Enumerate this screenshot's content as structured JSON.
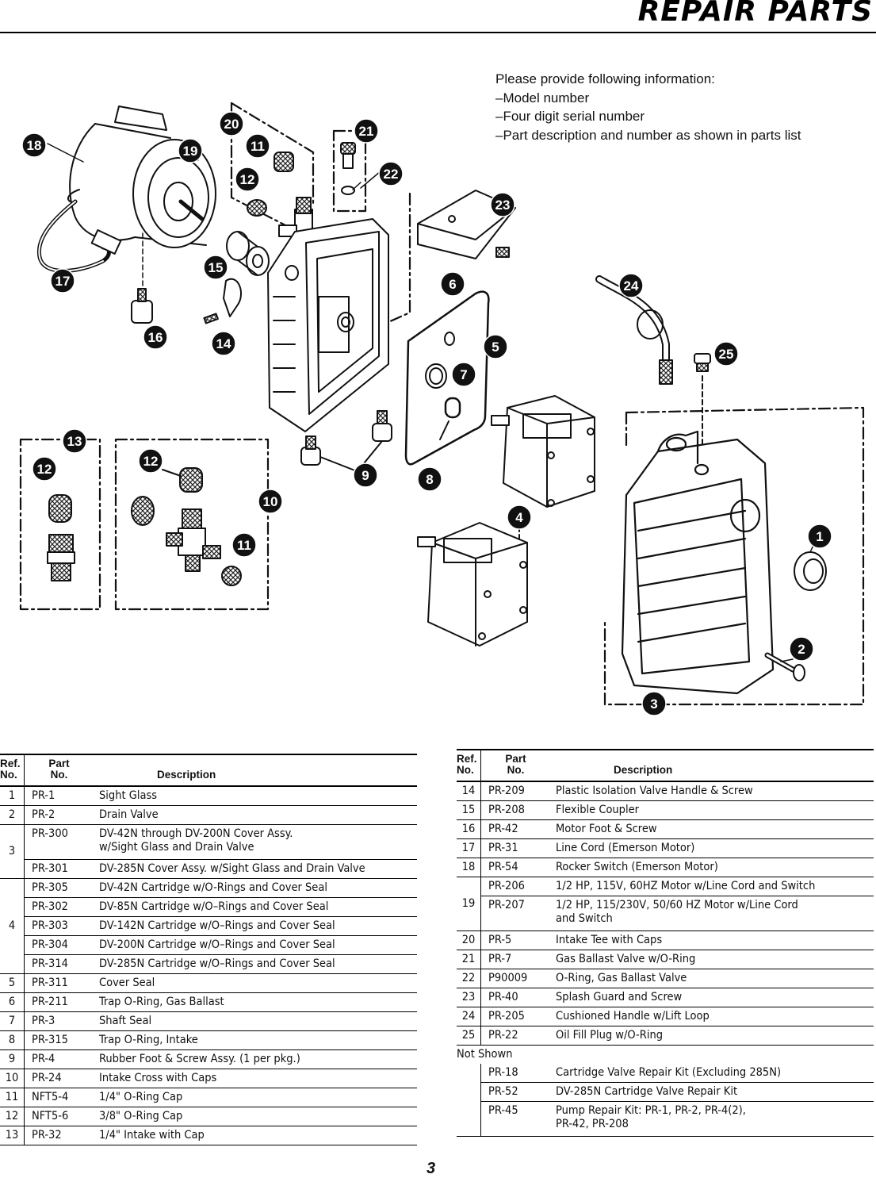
{
  "header": {
    "title": "REPAIR PARTS"
  },
  "info": {
    "heading": "Please provide following information:",
    "items": [
      "–Model number",
      "–Four digit serial number",
      "–Part description and number as shown in parts list"
    ]
  },
  "callouts": [
    "1",
    "2",
    "3",
    "4",
    "5",
    "6",
    "7",
    "8",
    "9",
    "10",
    "11",
    "12",
    "13",
    "14",
    "15",
    "16",
    "17",
    "18",
    "19",
    "20",
    "21",
    "22",
    "23",
    "24",
    "25"
  ],
  "table_headers": {
    "ref": "Ref.",
    "ref2": "No.",
    "part": "Part",
    "part2": "No.",
    "description": "Description"
  },
  "table_left": [
    {
      "ref": "1",
      "part": "PR-1",
      "desc": "Sight Glass"
    },
    {
      "ref": "2",
      "part": "PR-2",
      "desc": "Drain Valve"
    },
    {
      "ref": "3",
      "part": "PR-300",
      "desc": "DV-42N through DV-200N Cover Assy.",
      "desc2": "w/Sight Glass and Drain Valve"
    },
    {
      "ref": "",
      "part": "PR-301",
      "desc": "DV-285N Cover Assy. w/Sight Glass and Drain Valve"
    },
    {
      "ref": "4",
      "part": "PR-305",
      "desc": "DV-42N Cartridge w/O-Rings and Cover Seal"
    },
    {
      "ref": "",
      "part": "PR-302",
      "desc": "DV-85N Cartridge w/O–Rings and Cover Seal"
    },
    {
      "ref": "",
      "part": "PR-303",
      "desc": "DV-142N Cartridge w/O–Rings and Cover Seal"
    },
    {
      "ref": "",
      "part": "PR-304",
      "desc": "DV-200N Cartridge w/O–Rings and Cover Seal"
    },
    {
      "ref": "",
      "part": "PR-314",
      "desc": "DV-285N Cartridge w/O–Rings and Cover Seal"
    },
    {
      "ref": "5",
      "part": "PR-311",
      "desc": "Cover Seal"
    },
    {
      "ref": "6",
      "part": "PR-211",
      "desc": "Trap O-Ring, Gas Ballast"
    },
    {
      "ref": "7",
      "part": "PR-3",
      "desc": "Shaft Seal"
    },
    {
      "ref": "8",
      "part": "PR-315",
      "desc": "Trap O-Ring, Intake"
    },
    {
      "ref": "9",
      "part": "PR-4",
      "desc": "Rubber Foot & Screw Assy. (1 per pkg.)"
    },
    {
      "ref": "10",
      "part": "PR-24",
      "desc": "Intake Cross with Caps"
    },
    {
      "ref": "11",
      "part": "NFT5-4",
      "desc": "1/4\" O-Ring Cap"
    },
    {
      "ref": "12",
      "part": "NFT5-6",
      "desc": "3/8\" O-Ring Cap"
    },
    {
      "ref": "13",
      "part": "PR-32",
      "desc": "1/4\" Intake with Cap"
    }
  ],
  "table_right": [
    {
      "ref": "14",
      "part": "PR-209",
      "desc": "Plastic Isolation Valve Handle & Screw"
    },
    {
      "ref": "15",
      "part": "PR-208",
      "desc": "Flexible Coupler"
    },
    {
      "ref": "16",
      "part": "PR-42",
      "desc": "Motor Foot & Screw"
    },
    {
      "ref": "17",
      "part": "PR-31",
      "desc": "Line Cord (Emerson Motor)"
    },
    {
      "ref": "18",
      "part": "PR-54",
      "desc": "Rocker Switch (Emerson Motor)"
    },
    {
      "ref": "19",
      "part": "PR-206",
      "desc": "1/2 HP, 115V, 60HZ Motor w/Line Cord and Switch"
    },
    {
      "ref": "",
      "part": "PR-207",
      "desc": "1/2 HP, 115/230V, 50/60 HZ Motor w/Line Cord",
      "desc2": "and Switch"
    },
    {
      "ref": "20",
      "part": "PR-5",
      "desc": "Intake Tee with Caps"
    },
    {
      "ref": "21",
      "part": "PR-7",
      "desc": "Gas Ballast Valve w/O-Ring"
    },
    {
      "ref": "22",
      "part": "P90009",
      "desc": "O-Ring, Gas Ballast Valve"
    },
    {
      "ref": "23",
      "part": "PR-40",
      "desc": "Splash Guard and Screw"
    },
    {
      "ref": "24",
      "part": "PR-205",
      "desc": "Cushioned Handle w/Lift Loop"
    },
    {
      "ref": "25",
      "part": "PR-22",
      "desc": "Oil Fill Plug w/O-Ring"
    }
  ],
  "not_shown": {
    "label": "Not Shown",
    "rows": [
      {
        "part": "PR-18",
        "desc": "Cartridge Valve Repair Kit (Excluding 285N)"
      },
      {
        "part": "PR-52",
        "desc": "DV-285N Cartridge Valve Repair Kit"
      },
      {
        "part": "PR-45",
        "desc": "Pump Repair Kit: PR-1, PR-2, PR-4(2),",
        "desc2": "PR-42, PR-208"
      }
    ]
  },
  "page_number": "3"
}
